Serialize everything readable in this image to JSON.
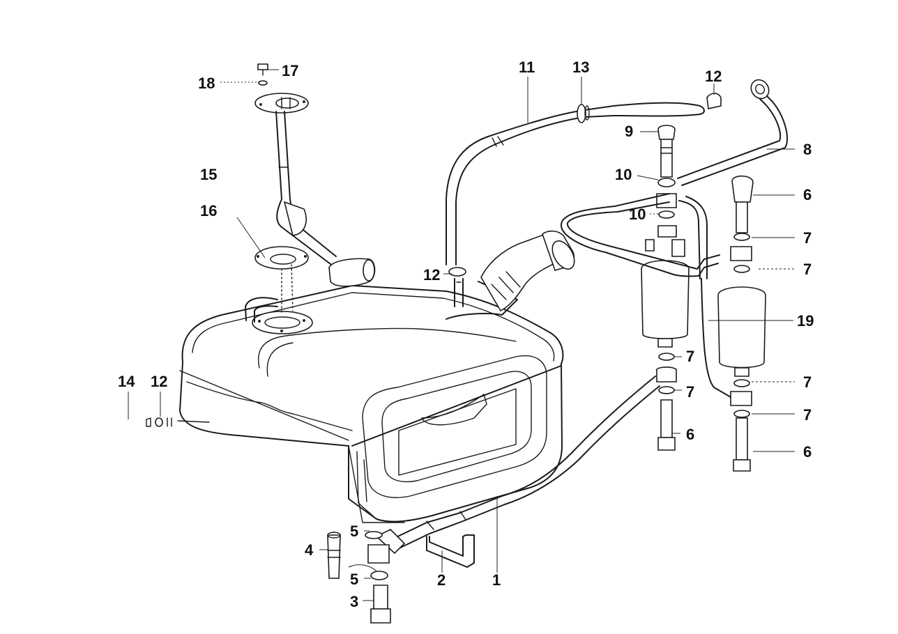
{
  "callouts": [
    {
      "id": "c17",
      "text": "17"
    },
    {
      "id": "c18",
      "text": "18"
    },
    {
      "id": "c11",
      "text": "11"
    },
    {
      "id": "c13",
      "text": "13"
    },
    {
      "id": "c12a",
      "text": "12"
    },
    {
      "id": "c9",
      "text": "9"
    },
    {
      "id": "c8",
      "text": "8"
    },
    {
      "id": "c15",
      "text": "15"
    },
    {
      "id": "c10a",
      "text": "10"
    },
    {
      "id": "c6a",
      "text": "6"
    },
    {
      "id": "c16",
      "text": "16"
    },
    {
      "id": "c10b",
      "text": "10"
    },
    {
      "id": "c7a",
      "text": "7"
    },
    {
      "id": "c12b",
      "text": "12"
    },
    {
      "id": "c7b",
      "text": "7"
    },
    {
      "id": "c19",
      "text": "19"
    },
    {
      "id": "c7c",
      "text": "7"
    },
    {
      "id": "c14",
      "text": "14"
    },
    {
      "id": "c12c",
      "text": "12"
    },
    {
      "id": "c7d",
      "text": "7"
    },
    {
      "id": "c7e",
      "text": "7"
    },
    {
      "id": "c7f",
      "text": "7"
    },
    {
      "id": "c6b",
      "text": "6"
    },
    {
      "id": "c6c",
      "text": "6"
    },
    {
      "id": "c5a",
      "text": "5"
    },
    {
      "id": "c4",
      "text": "4"
    },
    {
      "id": "c5b",
      "text": "5"
    },
    {
      "id": "c2",
      "text": "2"
    },
    {
      "id": "c1",
      "text": "1"
    },
    {
      "id": "c3",
      "text": "3"
    }
  ]
}
